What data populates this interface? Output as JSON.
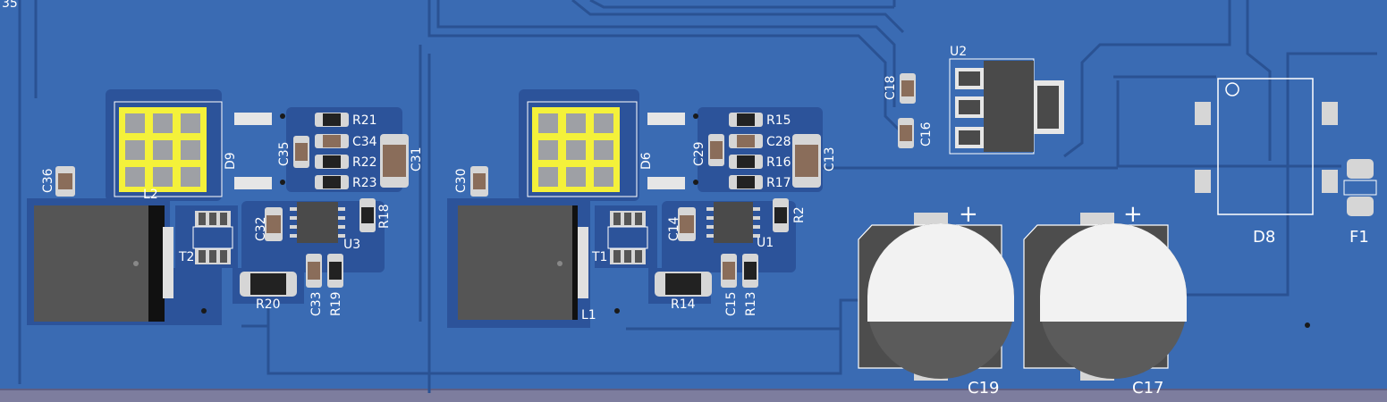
{
  "view": {
    "title": "",
    "colors": {
      "board": "#3a6bb3",
      "copper": "#2c539a",
      "trace": "#2a5293",
      "pad_yellow": "#f4f13a",
      "pad_gray": "#9ea0a5",
      "ic_body": "#4a4a4a",
      "silkscreen": "#ffffff",
      "cap_top": "#f2f2f2",
      "edge_cut": "#7d7d9e"
    }
  },
  "designators": {
    "C36": "C36",
    "L2": "L2",
    "T2": "T2",
    "D9": "D9",
    "R21": "R21",
    "C34": "C34",
    "R22": "R22",
    "R23": "R23",
    "C35": "C35",
    "C31": "C31",
    "C32": "C32",
    "U3": "U3",
    "R18": "R18",
    "R20": "R20",
    "C33": "C33",
    "R19": "R19",
    "C30": "C30",
    "L1": "L1",
    "T1": "T1",
    "D6": "D6",
    "R15": "R15",
    "C28": "C28",
    "R16": "R16",
    "R17": "R17",
    "C29": "C29",
    "C13": "C13",
    "C14": "C14",
    "U1": "U1",
    "R2": "R2",
    "R14": "R14",
    "C15": "C15",
    "R13": "R13",
    "U2": "U2",
    "C18": "C18",
    "C16": "C16",
    "D8": "D8",
    "F1": "F1",
    "C19": "C19",
    "C17": "C17",
    "plus_mark": "+",
    "top_left_fragment": "35"
  }
}
